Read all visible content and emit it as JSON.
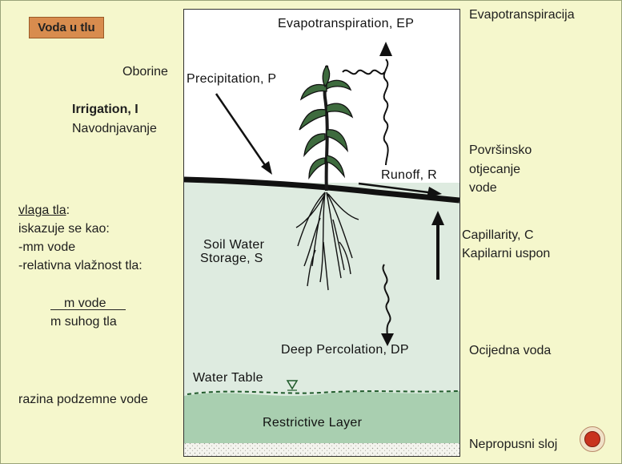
{
  "title": "Voda u tlu",
  "left": {
    "oborine": "Oborine",
    "irrigation": "Irrigation, I",
    "navodnjavanje": "Navodnjavanje",
    "vlaga_tla": "vlaga tla",
    "vlaga_colon": ":",
    "iskazuje": "iskazuje se kao:",
    "mm_vode": "-mm vode",
    "relativna": "-relativna vlažnost tla:",
    "numerator": "m vode",
    "denominator": "m suhog tla",
    "razina": "razina podzemne vode"
  },
  "right": {
    "evapotranspiracija": "Evapotranspiracija",
    "povrsinsko": "Površinsko",
    "otjecanje": "otjecanje",
    "vode": "vode",
    "capillarity": "Capillarity, C",
    "kapilarni": "Kapilarni uspon",
    "ocijedna": "Ocijedna voda",
    "nepropusni": "Nepropusni sloj"
  },
  "diagram": {
    "evapotranspiration": "Evapotranspiration, EP",
    "precipitation": "Precipitation, P",
    "runoff": "Runoff, R",
    "soil_water_1": "Soil Water",
    "soil_water_2": "Storage, S",
    "deep_percolation": "Deep Percolation, DP",
    "water_table": "Water Table",
    "restrictive_layer": "Restrictive Layer"
  },
  "colors": {
    "slide_bg": "#f5f7cc",
    "title_badge": "#d88c4e",
    "soil": "#deebe0",
    "restrictive": "#a9cfb0",
    "record_button": "#c8321f"
  }
}
